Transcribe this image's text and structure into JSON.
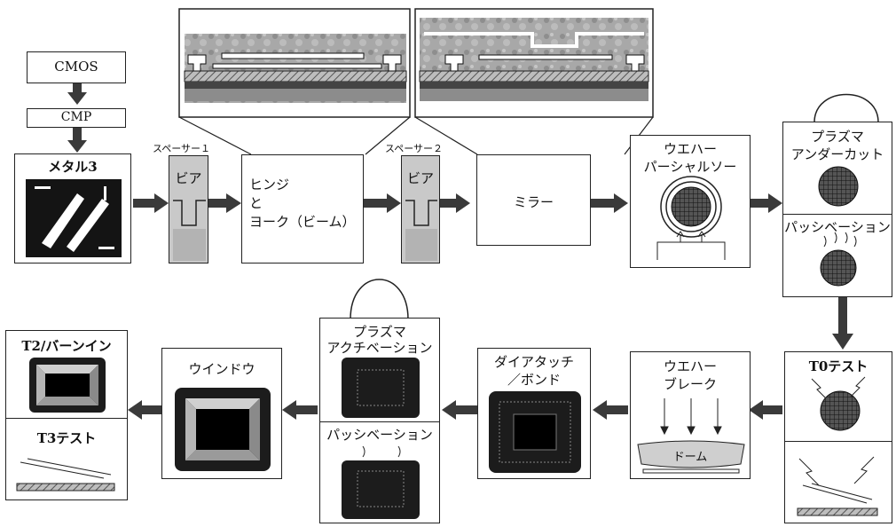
{
  "steps": {
    "cmos": "CMOS",
    "cmp": "CMP",
    "metal3": "メタル3",
    "spacer1": "スペーサー１",
    "via1": "ビア",
    "hinge_l1": "ヒンジ",
    "hinge_l2": "と",
    "hinge_l3": "ヨーク（ビーム）",
    "spacer2": "スペーサー２",
    "via2": "ビア",
    "mirror": "ミラー",
    "wafer_saw_l1": "ウエハー",
    "wafer_saw_l2": "パーシャルソー",
    "plasma_undercut_l1": "プラズマ",
    "plasma_undercut_l2": "アンダーカット",
    "passivation1": "パッシベーション",
    "t0_test": "T0テスト",
    "wafer_break_l1": "ウエハー",
    "wafer_break_l2": "ブレーク",
    "dome": "ドーム",
    "die_attach_l1": "ダイアタッチ",
    "die_attach_l2": "／ボンド",
    "plasma_activation_l1": "プラズマ",
    "plasma_activation_l2": "アクチベーション",
    "passivation2": "パッシベーション",
    "window": "ウインドウ",
    "t2_burnin": "T2/バーンイン",
    "t3_test": "T3テスト"
  },
  "colors": {
    "line": "#222222",
    "arrow": "#3a3a3a",
    "dark": "#1a1a1a",
    "gray": "#9a9a9a",
    "light": "#d4d4d4"
  }
}
